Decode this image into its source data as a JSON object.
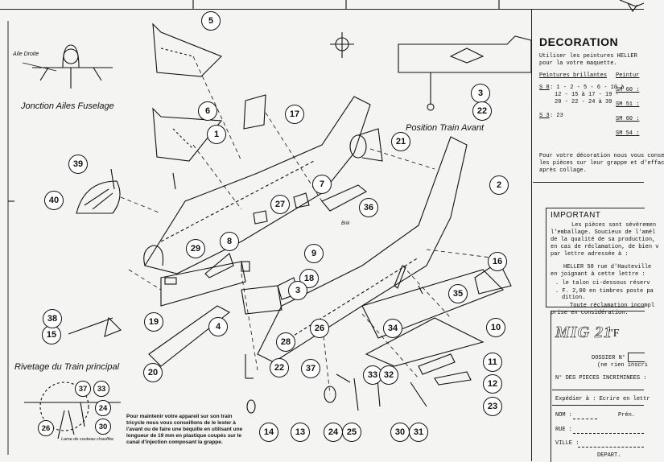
{
  "labels": {
    "aile_droite": "Aile Droite",
    "jonction": "Jonction  Ailes Fuselage",
    "position_train": "Position  Train Avant",
    "rivetage": "Rivetage du Train principal",
    "lame": "Lame de couteau chauffée",
    "brik": "Brik"
  },
  "note": "Pour maintenir votre appareil sur son train tricycle nous vous conseillons de le lester à l'avant ou de faire une béquille en utilisant une longueur de 19 mm en plastique coupés sur le canal d'injection composant la grappe.",
  "decoration": {
    "title": "DECORATION",
    "intro": "Utiliser les peintures HELLER pour la votre maquette.",
    "brillantes_title": "Peintures brillantes",
    "mates_title": "Peintur",
    "s8_code": "S 8",
    "s8_parts_1": ": 1 - 2 - 5 - 6 - 10 à",
    "s8_parts_2": "12 - 15 à 17 - 19 -",
    "s8_parts_3": "20 - 22 - 24 à 39",
    "s3_code": "S 3",
    "s3_parts": ": 23",
    "sm1": "SM 60 :",
    "sm2": "SM 51 :",
    "sm3": "SM 60 :",
    "sm4": "SM 54 :",
    "footer_1": "Pour votre décoration nous vous conse",
    "footer_2": "les pièces sur leur grappe et d'effac",
    "footer_3": "après collage."
  },
  "important": {
    "title": "IMPORTANT",
    "line1": "Les pièces sont sévèremen",
    "line2": "l'emballage. Soucieux de l'amél",
    "line3": "de la qualité de sa production,",
    "line4": "en cas de réclamation, de bien v",
    "line5": "par lettre adressée à :",
    "line6": "HELLER 58 rue d'Hauteville",
    "line7": "en joignant à cette lettre :",
    "line8": ". le talon ci-dessous réserv",
    "line9": ". F. 2,00 en timbres poste pa",
    "line10": "dition.",
    "line11": "Toute réclamation incompl",
    "line12": "prise en considération."
  },
  "form": {
    "title": "MIG 21",
    "title2": "\"F",
    "dossier": "DOSSIER N°",
    "rien": "(ne rien inscri",
    "pieces": "N° DES PIECES INCRIMINEES :",
    "expedier": "Expédier à : Ecrire en lettr",
    "nom": "NOM :",
    "pren": "Prén.",
    "rue": "RUE :",
    "ville": "VILLE :",
    "depart": "DEPART."
  },
  "callouts": [
    "5",
    "6",
    "17",
    "1",
    "2",
    "3",
    "22",
    "21",
    "7",
    "27",
    "36",
    "39",
    "40",
    "8",
    "29",
    "18",
    "9",
    "3",
    "16",
    "35",
    "19",
    "4",
    "34",
    "10",
    "15",
    "38",
    "26",
    "28",
    "22",
    "11",
    "12",
    "33",
    "32",
    "23",
    "37",
    "20",
    "13",
    "24",
    "25",
    "30",
    "31",
    "14",
    "37",
    "33",
    "24",
    "26",
    "30"
  ]
}
